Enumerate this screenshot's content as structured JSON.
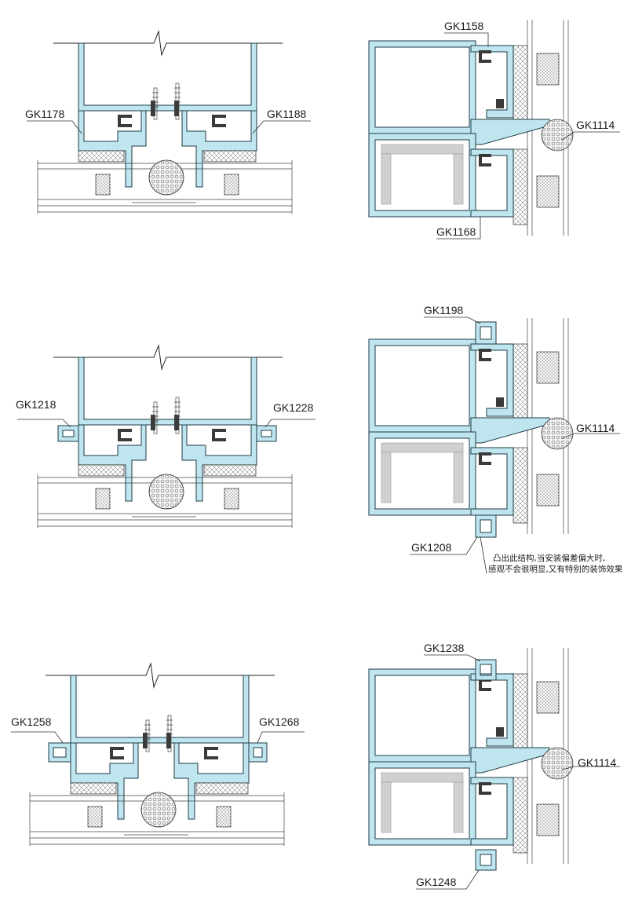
{
  "details": [
    {
      "id": "detail-1",
      "left_label": "GK1178",
      "right_label": "GK1188",
      "top_label": "GK1158",
      "side_label": "GK1114",
      "bottom_label": "GK1168"
    },
    {
      "id": "detail-2",
      "left_label": "GK1218",
      "right_label": "GK1228",
      "top_label": "GK1198",
      "side_label": "GK1114",
      "bottom_label": "GK1208",
      "note_line1": "凸出此结构,当安装偏差偏大时,",
      "note_line2": "感观不会很明显,又有特别的装饰效果"
    },
    {
      "id": "detail-3",
      "left_label": "GK1258",
      "right_label": "GK1268",
      "top_label": "GK1238",
      "side_label": "GK1114",
      "bottom_label": "GK1248"
    }
  ],
  "colors": {
    "profile_fill": "#bfe6ef",
    "line": "#1d3a44",
    "gasket": "#3a3a3a",
    "insulation": "#d0d0d0"
  }
}
